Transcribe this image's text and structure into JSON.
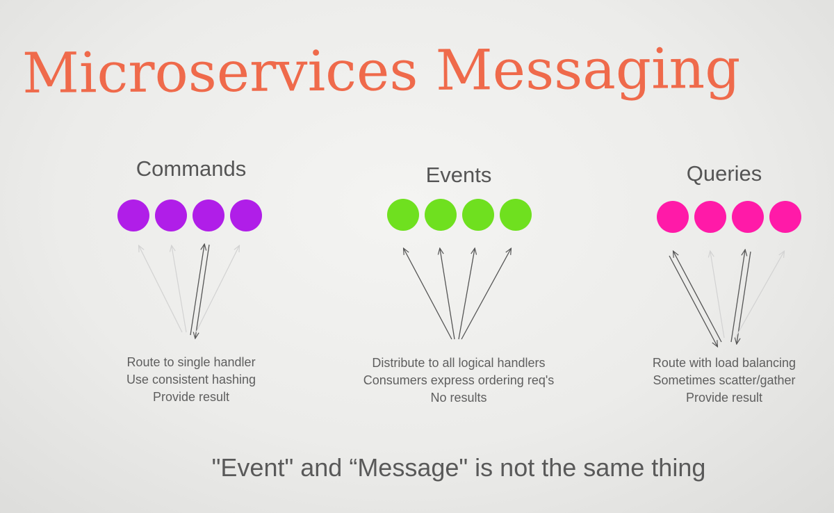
{
  "title": "Microservices Messaging",
  "columns": [
    {
      "heading": "Commands",
      "dot_color": "#b01ee8",
      "lines": [
        "Route to single handler",
        "Use consistent hashing",
        "Provide result"
      ]
    },
    {
      "heading": "Events",
      "dot_color": "#6fe01f",
      "lines": [
        "Distribute to all logical handlers",
        "Consumers express ordering req's",
        "No results"
      ]
    },
    {
      "heading": "Queries",
      "dot_color": "#ff1aa8",
      "lines": [
        "Route with load balancing",
        "Sometimes scatter/gather",
        "Provide result"
      ]
    }
  ],
  "footer": "\"Event\" and “Message\" is not the same thing",
  "colors": {
    "title": "#ef6a4b",
    "text": "#5e5e5e",
    "arrow": "#555555",
    "arrow_faint": "#cfcfcf"
  }
}
